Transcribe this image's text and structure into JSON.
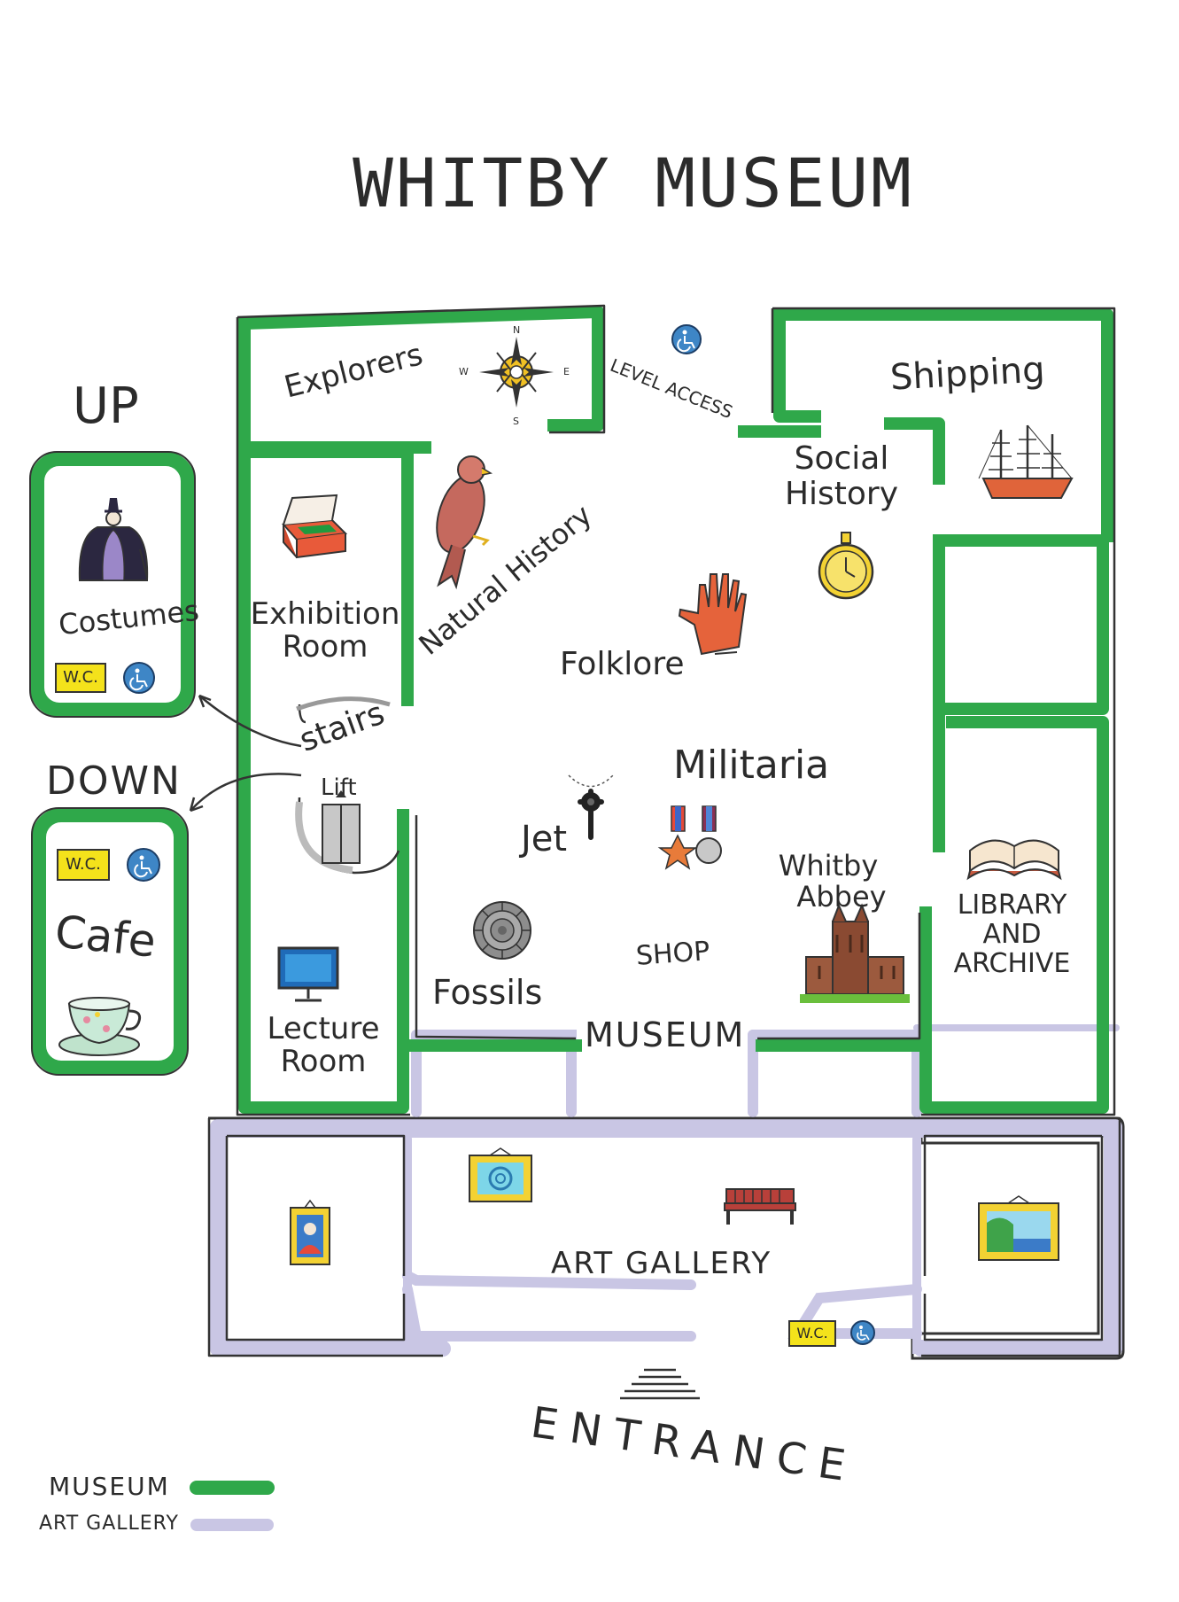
{
  "title": "WHITBY MUSEUM",
  "compass": {
    "n": "N",
    "s": "S",
    "e": "E",
    "w": "W"
  },
  "levels": {
    "up": "UP",
    "down": "DOWN"
  },
  "rooms": {
    "explorers": "Explorers",
    "level_access": "LEVEL ACCESS",
    "shipping": "Shipping",
    "social_history_1": "Social",
    "social_history_2": "History",
    "exhibition_1": "Exhibition",
    "exhibition_2": "Room",
    "natural_history": "Natural History",
    "folklore": "Folklore",
    "costumes": "Costumes",
    "stairs": "stairs",
    "lift": "Lift",
    "militaria": "Militaria",
    "jet": "Jet",
    "whitby_abbey_1": "Whitby",
    "whitby_abbey_2": "Abbey",
    "library_1": "LIBRARY",
    "library_2": "AND",
    "library_3": "ARCHIVE",
    "cafe": "Cafe",
    "shop": "SHOP",
    "fossils": "Fossils",
    "museum": "MUSEUM",
    "lecture_1": "Lecture",
    "lecture_2": "Room",
    "art_gallery": "ART GALLERY",
    "entrance": "ENTRANCE"
  },
  "wc": "W.C.",
  "legend": [
    {
      "label": "MUSEUM",
      "color": "#2fa84a"
    },
    {
      "label": "ART GALLERY",
      "color": "#c9c6e4"
    }
  ],
  "colors": {
    "museum": "#2fa84a",
    "gallery": "#c9c6e4",
    "wc": "#f4e21b",
    "accessible": "#3e86c6"
  },
  "icons": [
    "compass-icon",
    "accessible-icon",
    "ship-icon",
    "jewel-box-icon",
    "bird-icon",
    "pocket-watch-icon",
    "hand-icon",
    "costume-figure-icon",
    "lift-icon",
    "jet-pendant-icon",
    "medals-icon",
    "book-icon",
    "abbey-icon",
    "teacup-icon",
    "ammonite-icon",
    "monitor-icon",
    "painting-icon",
    "bench-icon",
    "portrait-icon",
    "landscape-painting-icon",
    "entrance-steps-icon"
  ]
}
